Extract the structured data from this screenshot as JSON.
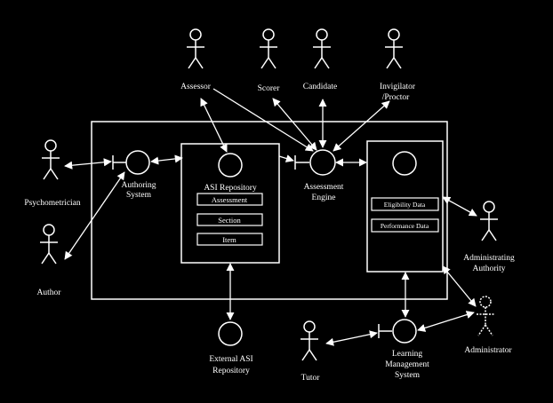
{
  "diagram": {
    "actors": {
      "assessor": "Assessor",
      "scorer": "Scorer",
      "candidate": "Candidate",
      "invigilator_line1": "Invigilator",
      "invigilator_line2": "/Proctor",
      "psychometrician": "Psychometrician",
      "author": "Author",
      "tutor": "Tutor",
      "administrating_authority_line1": "Administrating",
      "administrating_authority_line2": "Authority",
      "administrator": "Administrator"
    },
    "components": {
      "authoring_system_line1": "Authoring",
      "authoring_system_line2": "System",
      "asi_repository": "ASI Repository",
      "assessment_engine_line1": "Assessment",
      "assessment_engine_line2": "Engine",
      "external_asi_line1": "External ASI",
      "external_asi_line2": "Repository",
      "lms_line1": "Learning",
      "lms_line2": "Management",
      "lms_line3": "System"
    },
    "repository_items": {
      "assessment": "Assessment",
      "section": "Section",
      "item": "Item"
    },
    "data_store_items": {
      "eligibility": "Eligibility Data",
      "performance": "Performance Data"
    },
    "colors": {
      "background": "#000000",
      "foreground": "#ffffff"
    }
  }
}
